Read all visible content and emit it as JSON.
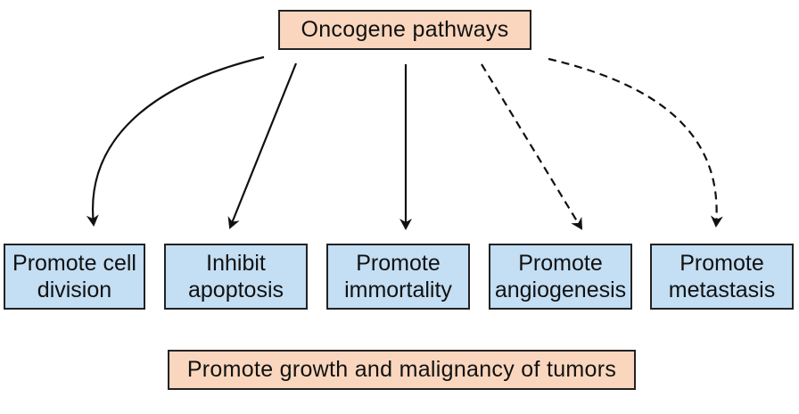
{
  "colors": {
    "peach_box": "#f9d6bd",
    "blue_box": "#c4def3",
    "outline": "#222222"
  },
  "diagram": {
    "top_node": {
      "label": "Oncogene pathways"
    },
    "effects": [
      {
        "label": "Promote cell\ndivision",
        "connector": "solid"
      },
      {
        "label": "Inhibit\napoptosis",
        "connector": "solid"
      },
      {
        "label": "Promote\nimmortality",
        "connector": "solid"
      },
      {
        "label": "Promote\nangiogenesis",
        "connector": "dashed"
      },
      {
        "label": "Promote\nmetastasis",
        "connector": "dashed"
      }
    ],
    "bottom_node": {
      "label": "Promote growth and malignancy of tumors"
    }
  }
}
